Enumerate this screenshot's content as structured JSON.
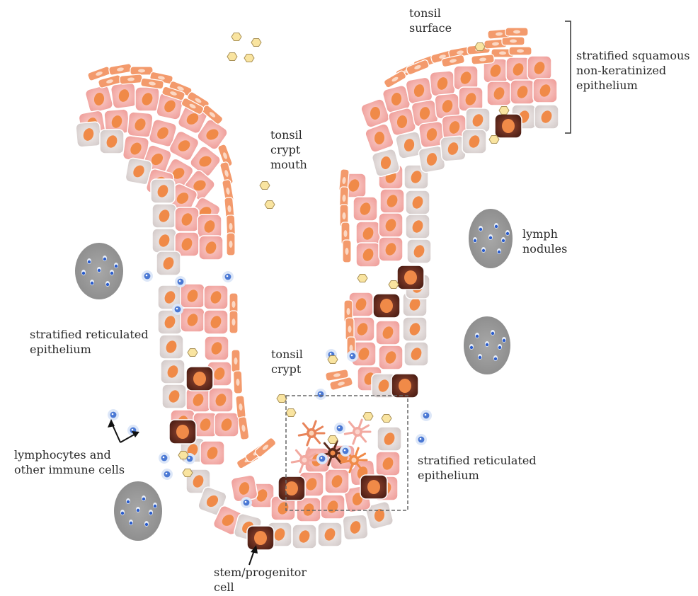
{
  "labels": {
    "tonsil_surface": "tonsil\nsurface",
    "squamous": "stratified squamous\nnon-keratinized\nepithelium",
    "crypt_mouth": "tonsil\ncrypt\nmouth",
    "lymph_nodules": "lymph\nnodules",
    "reticulated_left": "stratified reticulated\nepithelium",
    "tonsil_crypt": "tonsil\ncrypt",
    "reticulated_right": "stratified reticulated\nepithelium",
    "lymphocytes": "lymphocytes and\nother immune cells",
    "stem": "stem/progenitor\ncell"
  },
  "colors": {
    "cell_pink": "#f5b5b0",
    "cell_grey": "#e3dcdb",
    "nucleus": "#f08a48",
    "flat_cell": "#f39a6c",
    "stem_cell": "#6b2f22",
    "antigen": "#f9e4a0",
    "nodule": "#9a9a9a",
    "lymphocyte": "#4a78d4"
  }
}
